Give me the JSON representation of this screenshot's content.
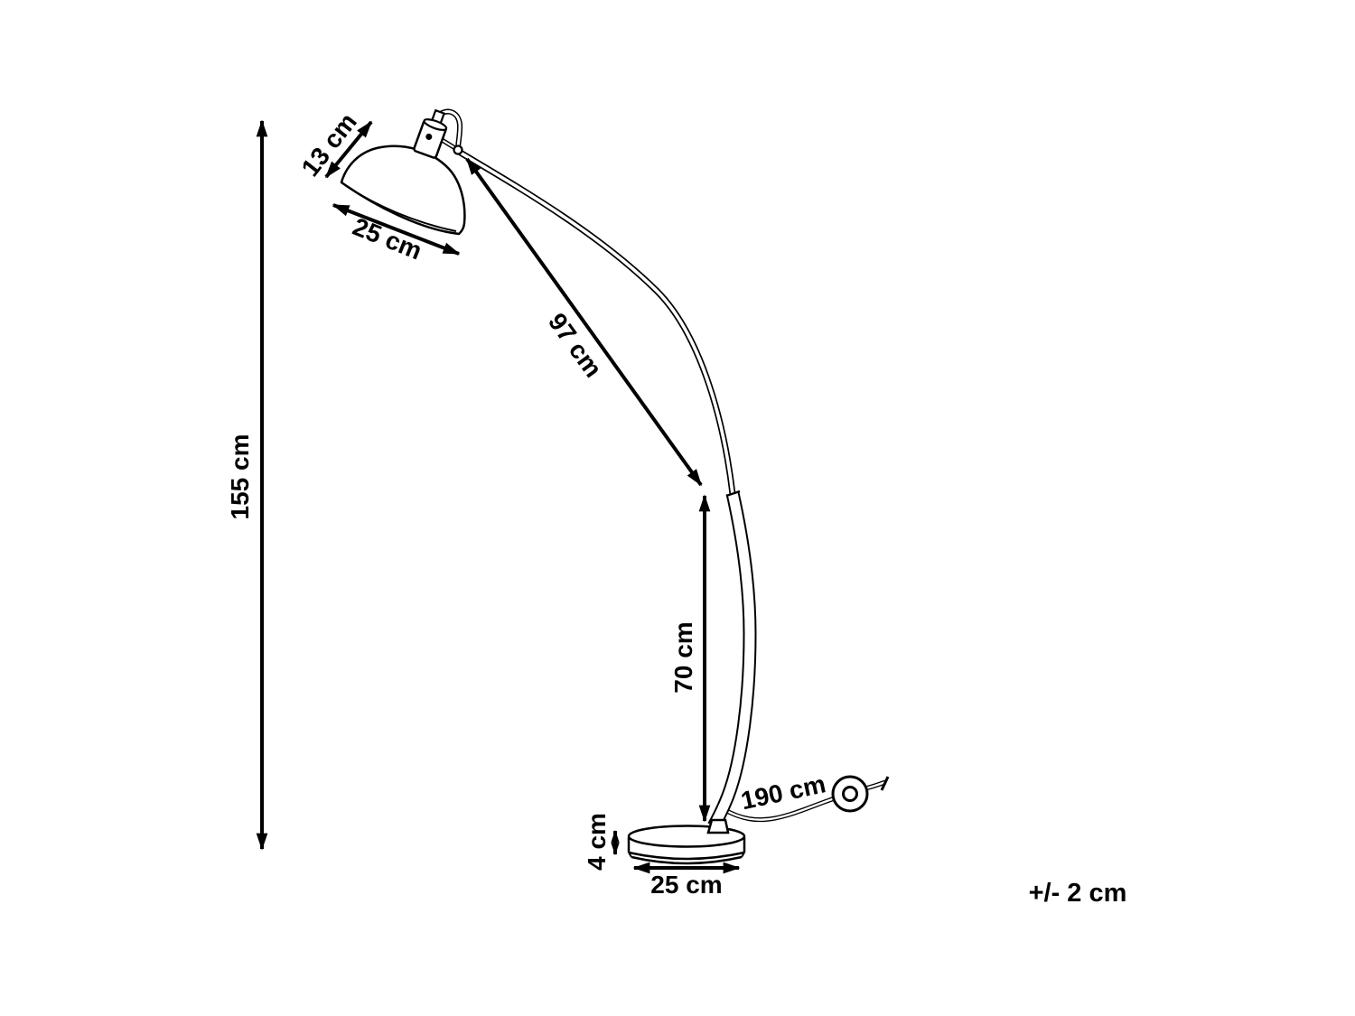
{
  "diagram": {
    "subject": "arc-floor-lamp-dimension-drawing",
    "colors": {
      "line": "#000000",
      "background": "#ffffff"
    },
    "labels": {
      "total_height": "155 cm",
      "shade_depth": "13 cm",
      "shade_diameter": "25 cm",
      "arm_length": "97 cm",
      "pole_height": "70 cm",
      "base_height": "4 cm",
      "base_diameter": "25 cm",
      "cable_length": "190 cm",
      "tolerance": "+/- 2 cm"
    },
    "parts": [
      "lamp-shade",
      "shade-mount",
      "mount-hook",
      "arc-arm",
      "pole-joint",
      "lower-pole",
      "round-base",
      "power-cable",
      "inline-switch",
      "cable-end"
    ]
  }
}
